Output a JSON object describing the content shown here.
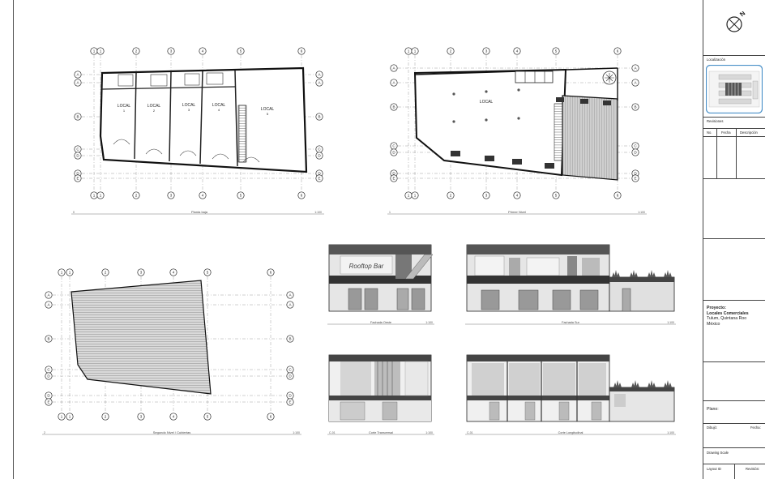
{
  "sheets": {
    "plan1": {
      "title": "Planta baja",
      "ref": "0",
      "scale": "1:100",
      "locales": [
        "LOCAL\n1",
        "LOCAL\n2",
        "LOCAL\n3",
        "LOCAL\n4",
        "LOCAL\n5"
      ],
      "local_labels": [
        "LOCAL",
        "LOCAL",
        "LOCAL",
        "LOCAL",
        "LOCAL"
      ],
      "local_numbers": [
        "1",
        "2",
        "3",
        "4",
        "5"
      ]
    },
    "plan2": {
      "title": "Primer Nivel",
      "ref": "1",
      "scale": "1:100",
      "local_label": "LOCAL"
    },
    "plan3": {
      "title": "Segundo Nivel / Cubiertas",
      "ref": "2",
      "scale": "1:100"
    },
    "elev1": {
      "title": "Fachada Oeste",
      "scale": "1:100",
      "sign": "Rooftop Bar"
    },
    "elev2": {
      "title": "Fachada Sur",
      "scale": "1:100"
    },
    "sec1": {
      "title": "Corte Transversal",
      "ref": "C-01",
      "scale": "1:100"
    },
    "sec2": {
      "title": "Corte Longitudinal",
      "ref": "C-01",
      "scale": "1:100"
    }
  },
  "grid": {
    "cols": [
      "1",
      "1",
      "2",
      "3",
      "4",
      "5",
      "6"
    ],
    "rows": [
      "A",
      "A",
      "B",
      "C",
      "D",
      "D",
      "E"
    ],
    "section_marks": [
      "C-01",
      "C-01"
    ]
  },
  "titleblock": {
    "localizacion": "Localización",
    "revisiones": "Revisiones",
    "rev_headers": [
      "No.",
      "Fecha",
      "Descripción"
    ],
    "proyecto_label": "Proyecto:",
    "proyecto_name": "Locales Comerciales",
    "proyecto_city": "Tulum, Quintana Roo",
    "proyecto_country": "México",
    "plano_label": "Plano:",
    "dibujo": "Dibujó:",
    "fecha": "Fecha:",
    "escala": "Drawing Scale",
    "layout": "Layout ID",
    "revision": "Revisión:"
  }
}
